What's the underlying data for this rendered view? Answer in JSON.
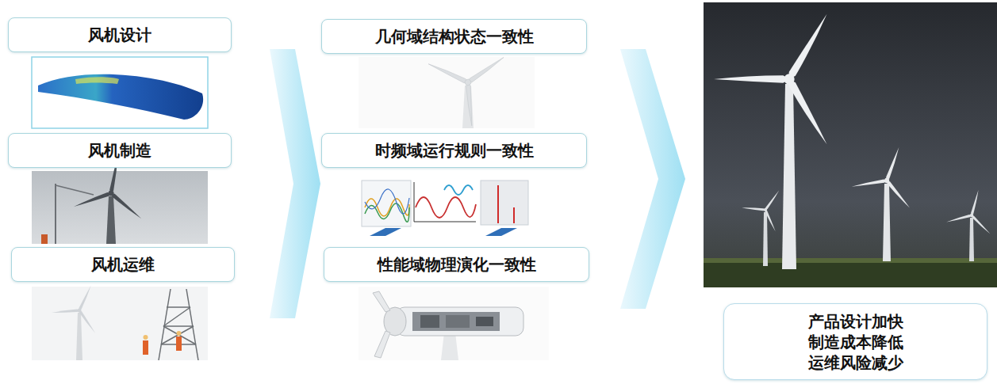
{
  "diagram": {
    "nodes": [
      {
        "text": [
          "风机设计"
        ]
      },
      {
        "text": [
          "风机制造"
        ]
      },
      {
        "text": [
          "风机运维"
        ]
      },
      {
        "text": [
          "几何域结构状态一致性"
        ]
      },
      {
        "text": [
          "时频域运行规则一致性"
        ]
      },
      {
        "text": [
          "性能域物理演化一致性"
        ]
      },
      {
        "text": [
          "产品设计加快 制造成本降低 运维风险减少"
        ]
      }
    ]
  }
}
